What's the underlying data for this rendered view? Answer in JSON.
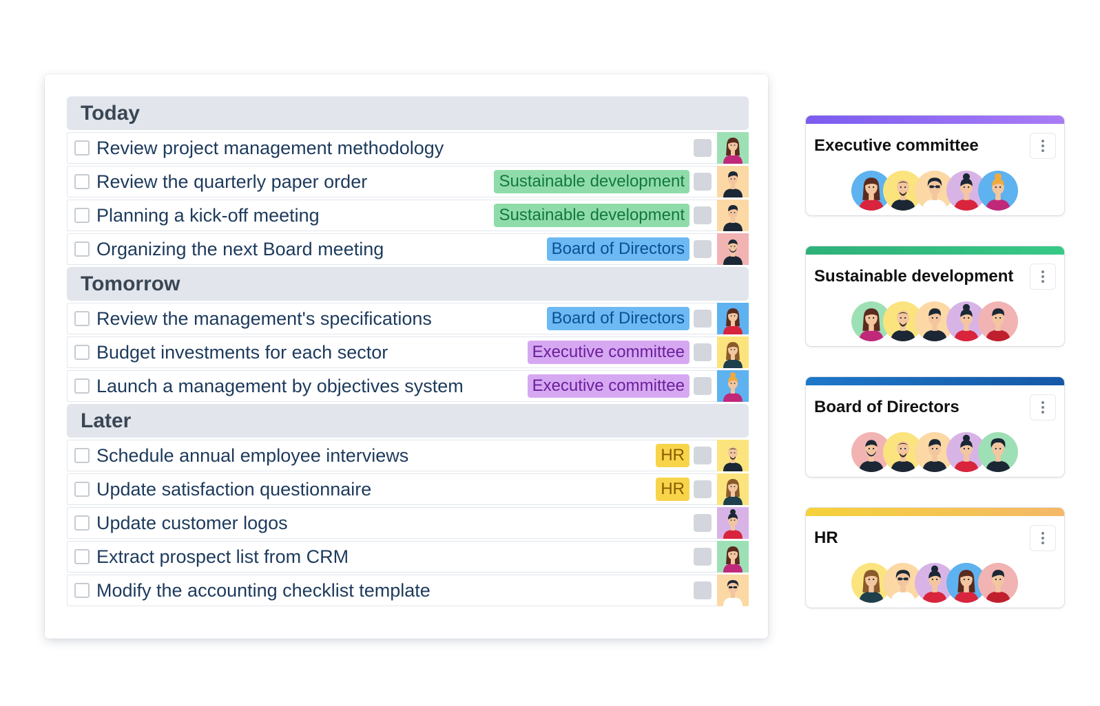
{
  "sections": [
    {
      "title": "Today",
      "tasks": [
        {
          "title": "Review project management methodology",
          "tag": null,
          "assignee": "a-green-woman"
        },
        {
          "title": "Review the quarterly paper order",
          "tag": "Sustainable development",
          "assignee": "a-peach-man"
        },
        {
          "title": "Planning a kick-off meeting",
          "tag": "Sustainable development",
          "assignee": "a-peach-man"
        },
        {
          "title": "Organizing the next Board meeting",
          "tag": "Board of Directors",
          "assignee": "a-pink-beard"
        }
      ]
    },
    {
      "title": "Tomorrow",
      "tasks": [
        {
          "title": "Review the management's specifications",
          "tag": "Board of Directors",
          "assignee": "a-blue-woman"
        },
        {
          "title": "Budget investments for each sector",
          "tag": "Executive committee",
          "assignee": "a-yellow-woman"
        },
        {
          "title": "Launch a management by objectives system",
          "tag": "Executive committee",
          "assignee": "a-blue-blonde"
        }
      ]
    },
    {
      "title": "Later",
      "tasks": [
        {
          "title": "Schedule annual employee interviews",
          "tag": "HR",
          "assignee": "a-yellow-bald"
        },
        {
          "title": "Update satisfaction questionnaire",
          "tag": "HR",
          "assignee": "a-yellow-woman"
        },
        {
          "title": "Update customer logos",
          "tag": null,
          "assignee": "a-purple-woman"
        },
        {
          "title": "Extract prospect list from CRM",
          "tag": null,
          "assignee": "a-green-woman"
        },
        {
          "title": "Modify the accounting checklist template",
          "tag": null,
          "assignee": "a-peach-glasses"
        }
      ]
    }
  ],
  "tag_colors": {
    "Sustainable development": {
      "bg": "#8fdcaa",
      "fg": "#13783d"
    },
    "Board of Directors": {
      "bg": "#6cb9f3",
      "fg": "#0b4f95"
    },
    "Executive committee": {
      "bg": "#d6a8f2",
      "fg": "#6a1f9b"
    },
    "HR": {
      "bg": "#f7d44a",
      "fg": "#8a5a00"
    }
  },
  "groups": [
    {
      "name": "Executive committee",
      "bar": [
        "#7b5cf0",
        "#a97cf5"
      ],
      "members": [
        "a-blue-woman",
        "a-yellow-bald",
        "a-peach-glasses",
        "a-purple-woman",
        "a-blue-blonde"
      ]
    },
    {
      "name": "Sustainable development",
      "bar": [
        "#2fb07a",
        "#37c986"
      ],
      "members": [
        "a-green-woman",
        "a-yellow-bald",
        "a-peach-man",
        "a-purple-woman",
        "a-pink-man"
      ]
    },
    {
      "name": "Board of Directors",
      "bar": [
        "#1e78c8",
        "#1558a8"
      ],
      "members": [
        "a-pink-beard",
        "a-yellow-bald",
        "a-peach-man",
        "a-purple-woman",
        "a-green-man"
      ]
    },
    {
      "name": "HR",
      "bar": [
        "#f5d23a",
        "#f4b868"
      ],
      "members": [
        "a-yellow-woman",
        "a-peach-glasses",
        "a-purple-woman",
        "a-blue-woman",
        "a-pink-man"
      ]
    }
  ],
  "icons": {
    "checkbox": "checkbox-icon",
    "menu": "more-vertical-icon",
    "avatar": "person-avatar-icon"
  }
}
